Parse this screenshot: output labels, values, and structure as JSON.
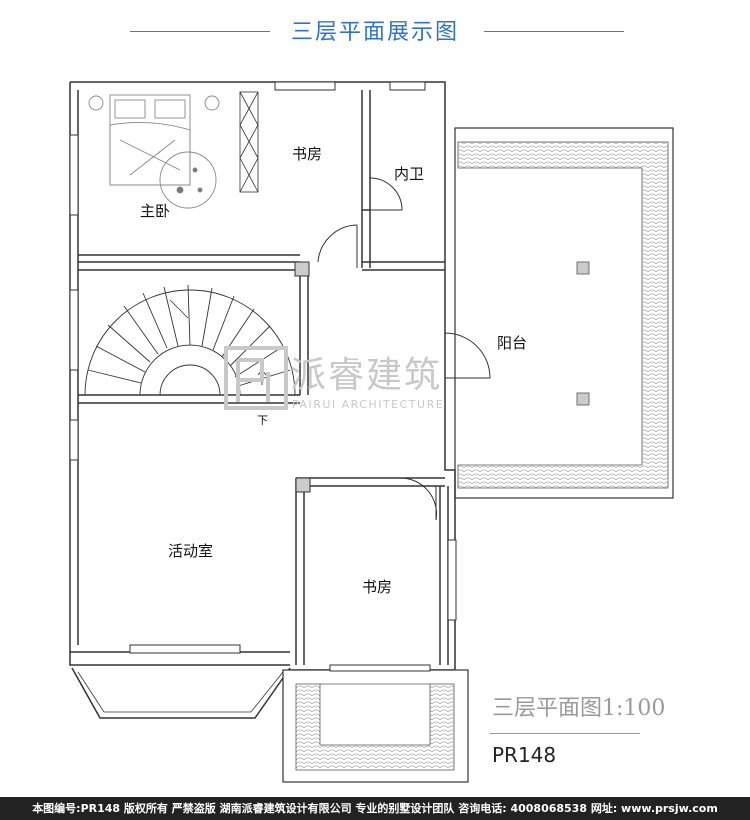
{
  "header": {
    "title": "三层平面展示图"
  },
  "rooms": {
    "master_bedroom": "主卧",
    "study_top": "书房",
    "bathroom": "内卫",
    "balcony": "阳台",
    "activity_room": "活动室",
    "study_bottom": "书房",
    "stair_down": "下"
  },
  "watermark": {
    "brand": "派睿建筑",
    "sub": "PAIRUI ARCHITECTURE"
  },
  "scale_label": "三层平面图1:100",
  "plan_code": "PR148",
  "footer": {
    "text": "本图编号:PR148 版权所有 严禁盗版 湖南派睿建筑设计有限公司 专业的别墅设计团队 咨询电话: 4008068538 网址: www.prsjw.com"
  },
  "colors": {
    "accent": "#2f73c8",
    "wall": "#333333",
    "tile": "#cccccc"
  }
}
